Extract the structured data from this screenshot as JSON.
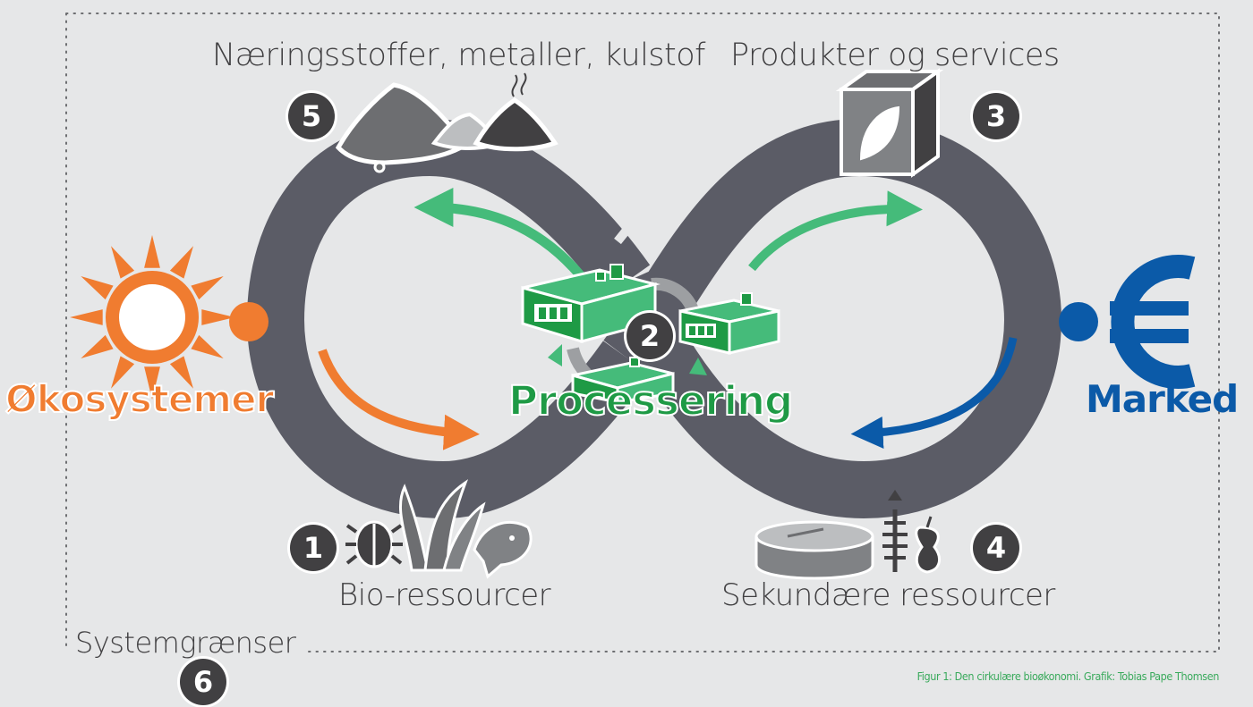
{
  "labels": {
    "nutrients": "Næringsstoffer, metaller, kulstof",
    "products": "Produkter og services",
    "bio_resources": "Bio-ressourcer",
    "secondary_resources": "Sekundære ressourcer",
    "system_boundaries": "Systemgrænser"
  },
  "hubs": {
    "ecosystems": "Økosystemer",
    "processing": "Processering",
    "market": "Marked"
  },
  "badges": [
    "1",
    "2",
    "3",
    "4",
    "5",
    "6"
  ],
  "caption": "Figur 1: Den cirkulære bioøkonomi. Grafik: Tobias Pape Thomsen",
  "colors": {
    "background": "#e6e7e8",
    "loop": "#5b5c66",
    "orange": "#f07c30",
    "green": "#1e9a45",
    "green_light": "#45bb7a",
    "blue": "#0b5aa8",
    "dark": "#414042"
  },
  "icons": [
    "sun-icon",
    "euro-icon",
    "factory-icon",
    "leaf-box-icon",
    "soil-pile-icon",
    "insect-icon",
    "grass-icon",
    "fish-icon",
    "tank-icon",
    "fish-bone-icon",
    "apple-core-icon"
  ]
}
